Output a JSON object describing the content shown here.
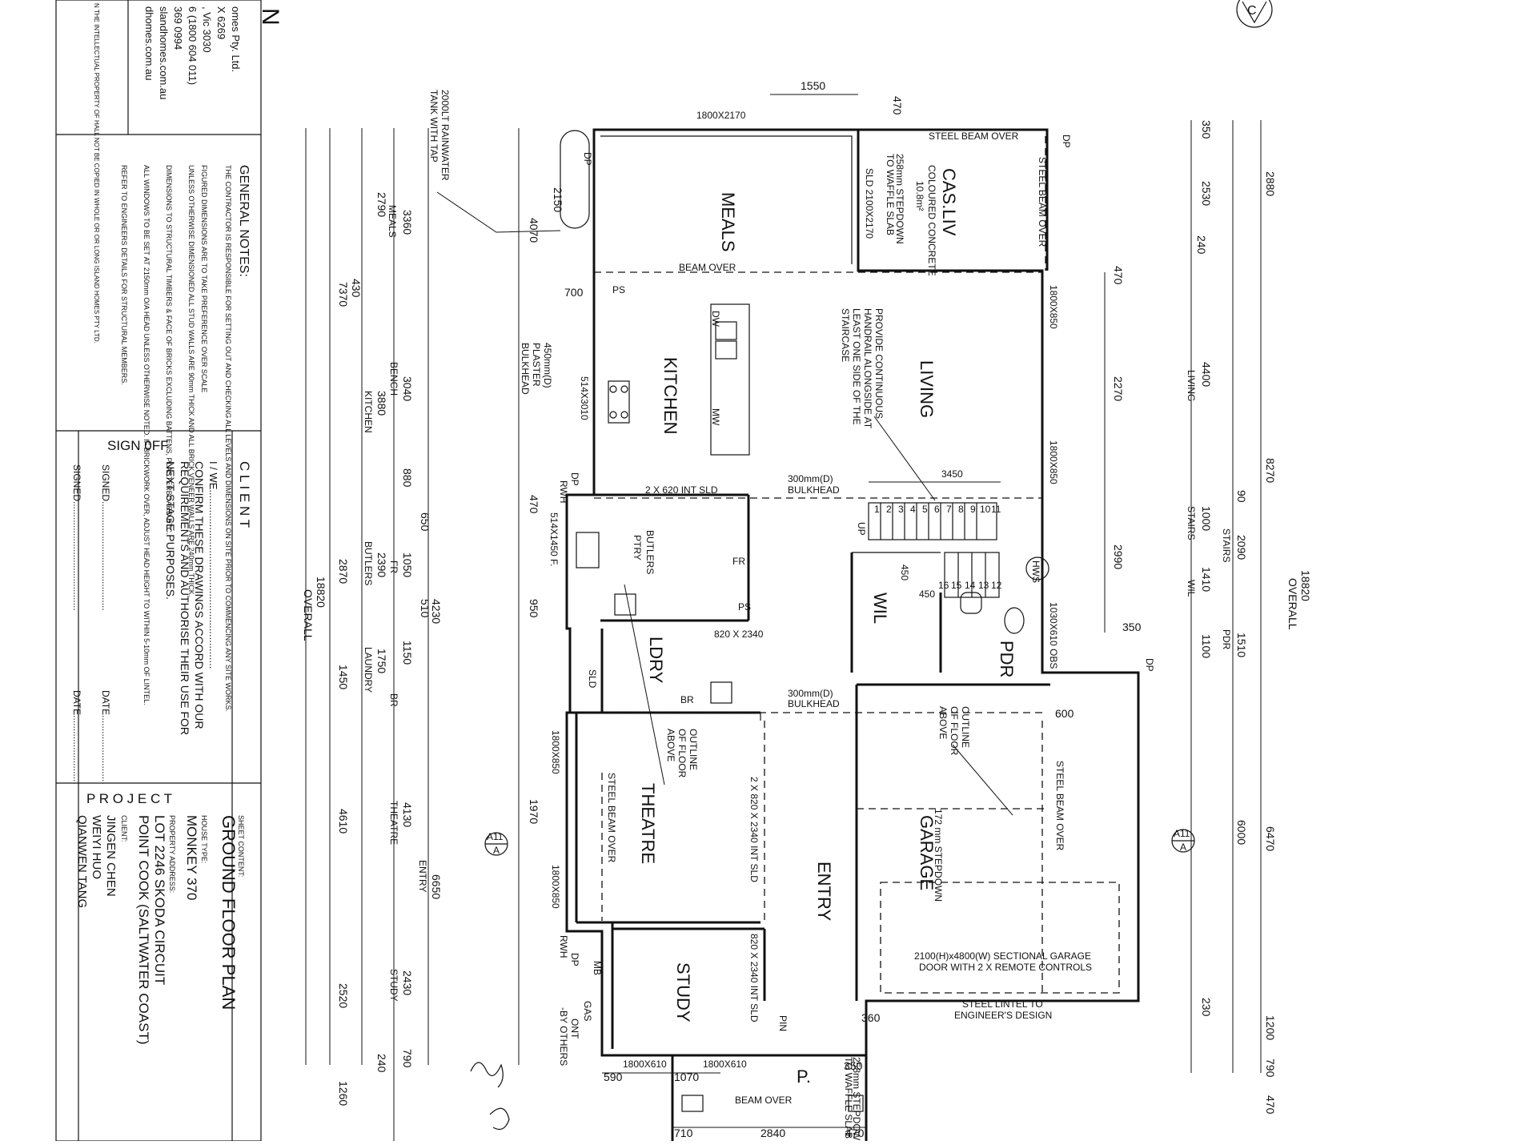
{
  "title_block": {
    "company_lines": [
      "omes Pty. Ltd.",
      "X 6269",
      ", Vic 3030",
      "6 (1800 604 011)",
      "369 0994",
      "slandhomes.com.au",
      "dhomes.com.au"
    ],
    "copyright": "N THE INTELLECTUAL PROPERTY OF HALL NOT BE COPIED IN WHOLE OR OR LONG ISLAND HOMES PTY LTD.",
    "general_notes_title": "GENERAL NOTES:",
    "general_notes": [
      "THE CONTRACTOR IS RESPONSIBLE FOR SETTING OUT AND CHECKING ALL LEVELS AND DIMENSIONS ON SITE PRIOR TO COMMENCING ANY SITE WORKS.",
      "FIGURED DIMENSIONS ARE TO TAKE PREFERENCE OVER SCALE",
      "UNLESS OTHERWISE DIMENSIONED ALL STUD WALLS ARE 90mm THICK AND ALL BRICK VENEER WALLS ARE 240mm THICK.",
      "DIMENSIONS TO STRUCTURAL TIMBERS & FACE OF BRICKS EXCLUDING BATTENS, PLASTERBOARD ETC.",
      "ALL WINDOWS TO BE SET AT 2150mm O/A HEAD UNLESS OTHERWISE NOTED. IF BRICKWORK OVER, ADJUST HEAD HEIGHT TO WITHIN 5-10mm OF LINTEL.",
      "REFER TO ENGINEERS DETAILS FOR STRUCTURAL MEMBERS."
    ],
    "client_heading": "C L I E N T",
    "client_lines": [
      "I / WE..............................................................",
      "CONFIRM THESE DRAWINGS ACCORD WITH OUR",
      "REQUIREMENTS AND AUTHORISE THEIR USE FOR",
      "NEXT STAGE PURPOSES."
    ],
    "signoff_heading": "SIGN 0FF",
    "signed_label": "SIGNED.........................................",
    "date_label": "DATE..........................",
    "project_heading": "P R O J E C T",
    "sheet_content_label": "SHEET CONTENT:",
    "sheet_content": "GROUND FLOOR PLAN",
    "house_type_label": "HOUSE TYPE:",
    "house_type": "MONKEY 370",
    "property_label": "PROPERTY ADDRESS:",
    "property_1": "LOT 2246 SKODA CIRCUIT",
    "property_2": "POINT COOK (SALTWATER COAST)",
    "client_label": "CLIENT:",
    "clients": [
      "JINGEN CHEN",
      "WEIYI HUO",
      "QIANWEN TANG"
    ]
  },
  "rooms": {
    "meals": "MEALS",
    "cas_liv": "CAS.LIV",
    "cas_liv_note": "COLOURED CONCRETE",
    "cas_liv_area": "10.8m²",
    "living": "LIVING",
    "kitchen": "KITCHEN",
    "butlers": "BUTLERS",
    "ptry": "PTRY",
    "ldry": "LDRY",
    "wil": "WIL",
    "pdr": "PDR",
    "theatre": "THEATRE",
    "entry": "ENTRY",
    "garage": "GARAGE",
    "study": "STUDY",
    "porch": "P."
  },
  "notes": {
    "rainwater_1": "2000LT RAINWATER",
    "rainwater_2": "TANK WITH TAP",
    "beam_over": "BEAM OVER",
    "steel_beam_over": "STEEL BEAM OVER",
    "bulkhead_300": "300mm(D)",
    "bulkhead": "BULKHEAD",
    "bulkhead_450": "450mm(D)",
    "plaster": "PLASTER",
    "handrail_1": "PROVIDE CONTINUOUS",
    "handrail_2": "HANDRAIL ALONGSIDE AT",
    "handrail_3": "LEAST ONE SIDE OF THE",
    "handrail_4": "STAIRCASE",
    "outline_1": "OUTLINE",
    "outline_2": "OF FLOOR",
    "outline_3": "ABOVE",
    "int_sld_2x620": "2 X 620 INT SLD",
    "int_sld_2x820": "2 X 820 X 2340 INT SLD",
    "int_sld_820": "820 X 2340 INT SLD",
    "garage_door_1": "2100(H)x4800(W) SECTIONAL GARAGE",
    "garage_door_2": "DOOR WITH 2 X REMOTE CONTROLS",
    "lintel_1": "STEEL LINTEL TO",
    "lintel_2": "ENGINEER'S DESIGN",
    "stepdown_172": "172 mm STEPDOWN",
    "stepdown_258": "258mm STEPDOWN",
    "waffle_slab": "TO WAFFLE SLAB",
    "sld_2100x2170": "SLD 2100X2170",
    "window_1800x2170": "1800X2170",
    "window_1800x850": "1800X850",
    "window_1030x610": "1030X610 OBS",
    "window_1800x610": "1800X610",
    "window_514x3010": "514X3010",
    "window_514x1450": "514X1450 F.",
    "door_820x2340": "820 X 2340",
    "gas": "GAS",
    "ont": "ONT",
    "others": "-BY OTHERS",
    "rwh": "RWH",
    "dp": "DP",
    "ps": "PS",
    "fr": "FR",
    "dw": "DW",
    "mw": "MW",
    "up": "UP",
    "hws": "HWS",
    "mb": "MB",
    "br": "BR",
    "pin": "PIN",
    "sld": "SLD",
    "stairs_top": "3450",
    "stair_step_450": "450",
    "a11": "A11",
    "a": "A"
  },
  "dims_left": [
    "2150",
    "4070",
    "700",
    "2790",
    "3360",
    "3040",
    "3880",
    "880",
    "650",
    "1050",
    "2390",
    "2870",
    "510",
    "1150",
    "1750",
    "1450",
    "4230",
    "4130",
    "4610",
    "6650",
    "2430",
    "2520",
    "790",
    "1260",
    "18820",
    "OVERALL",
    "7370",
    "430",
    "240",
    "470",
    "950",
    "1970"
  ],
  "dims_left_labels": [
    "MEALS",
    "BENCH",
    "KITCHEN",
    "FR",
    "BUTLERS",
    "LAUNDRY",
    "BR",
    "THEATRE",
    "ENTRY",
    "STUDY"
  ],
  "dims_top": [
    "1550",
    "470"
  ],
  "dims_right": [
    "350",
    "2530",
    "240",
    "2880",
    "470",
    "2270",
    "4400",
    "2990",
    "1000",
    "2090",
    "1410",
    "1510",
    "1100",
    "8270",
    "18820",
    "OVERALL",
    "350",
    "600",
    "6000",
    "6470",
    "1200",
    "230",
    "360",
    "790",
    "470",
    "90"
  ],
  "dims_right_labels": [
    "LIVING",
    "STAIRS",
    "STAIRS",
    "WIL",
    "PDR"
  ],
  "dims_bottom": [
    "590",
    "1070",
    "350",
    "710",
    "2840",
    "470"
  ],
  "stair_numbers": [
    "1",
    "2",
    "3",
    "4",
    "5",
    "6",
    "7",
    "8",
    "9",
    "10",
    "11",
    "12",
    "13",
    "14",
    "15",
    "16"
  ]
}
